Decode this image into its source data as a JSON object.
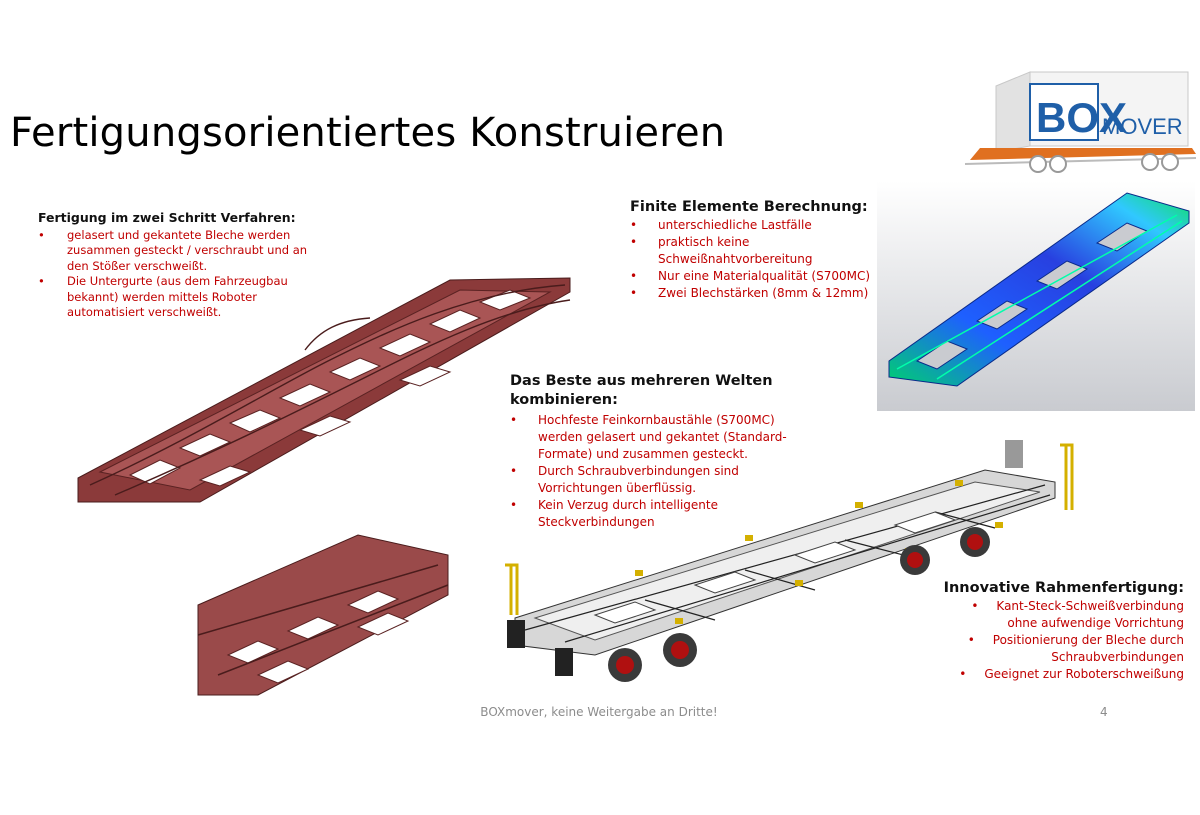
{
  "slide": {
    "title": "Fertigungsorientiertes Konstruieren",
    "logo": {
      "box": "BOX",
      "mover": "MOVER"
    },
    "section_two_step": {
      "heading": "Fertigung im zwei Schritt Verfahren:",
      "bullets": [
        "gelasert und gekantete Bleche werden zusammen gesteckt / verschraubt und an den Stößer verschweißt.",
        "Die Untergurte (aus dem Fahrzeugbau bekannt) werden mittels Roboter automatisiert  verschweißt."
      ]
    },
    "section_fem": {
      "heading": "Finite Elemente Berechnung:",
      "bullets": [
        "unterschiedliche Lastfälle",
        "praktisch keine Schweißnahtvorbereitung",
        "Nur eine Materialqualität (S700MC)",
        "Zwei Blechstärken (8mm & 12mm)"
      ]
    },
    "section_best": {
      "heading": "Das Beste aus mehreren Welten kombinieren:",
      "bullets": [
        "Hochfeste Feinkornbaustähle (S700MC) werden gelasert und gekantet (Standard-Formate) und zusammen gesteckt.",
        "Durch Schraubverbindungen sind Vorrichtungen überflüssig.",
        "Kein Verzug durch intelligente Steckverbindungen"
      ]
    },
    "section_frame": {
      "heading": "Innovative Rahmenfertigung:",
      "bullets": [
        "Kant-Steck-Schweißverbindung ohne aufwendige Vorrichtung",
        "Positionierung der Bleche durch Schraubverbindungen",
        "Geeignet zur Roboterschweißung"
      ]
    },
    "footer": "BOXmover, keine Weitergabe an Dritte!",
    "page_number": "4"
  },
  "colors": {
    "bullet_text": "#c00000",
    "frame_red": "#8b3a3a",
    "logo_blue": "#1f5fa8",
    "logo_orange": "#e07020",
    "footer_gray": "#8c8c8c"
  },
  "icons": [
    "red-frame-render",
    "red-frame-detail-render",
    "fem-stress-render",
    "wagon-render",
    "boxmover-logo"
  ]
}
